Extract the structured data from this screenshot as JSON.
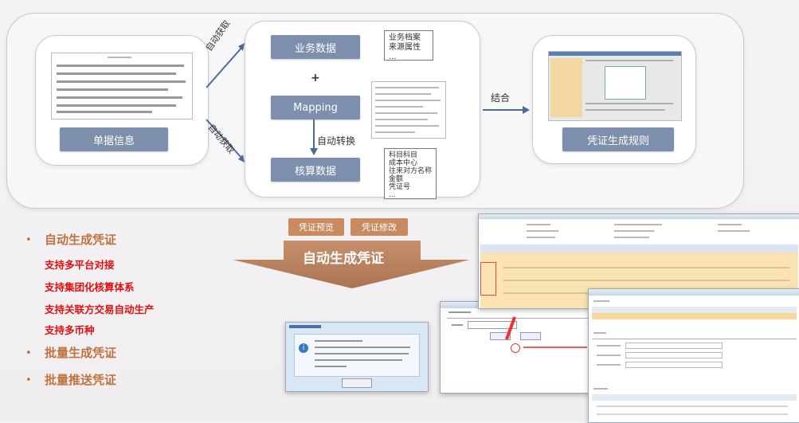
{
  "flow": {
    "source_button": "单据信息",
    "auto_fetch_top": "自动获取",
    "auto_fetch_bottom": "自动获取",
    "business_data_button": "业务数据",
    "mapping_button": "Mapping",
    "accounting_data_button": "核算数据",
    "auto_convert_label": "自动转换",
    "business_note": [
      "业务档案",
      "来源属性",
      "..."
    ],
    "accounting_note": [
      "科目科目",
      "成本中心",
      "往来对方名称",
      "金额",
      "凭证号",
      "..."
    ],
    "combine_label": "结合",
    "voucher_button": "凭证生成规则"
  },
  "actions": {
    "preview_button": "凭证预览",
    "modify_button": "凭证修改",
    "generate_banner": "自动生成凭证"
  },
  "features": {
    "item1": "自动生成凭证",
    "sub1": "支持多平台对接",
    "sub2": "支持集团化核算体系",
    "sub3": "支持关联方交易自动生产",
    "sub4": "支持多币种",
    "item2": "批量生成凭证",
    "item3": "批量推送凭证"
  },
  "colors": {
    "flow_button_bg": "#7d8fac",
    "bullet_main": "#c0733d",
    "bullet_sub": "#e01010",
    "action_button_bg": "#c98a5f",
    "arrow_banner": "#b57a55"
  }
}
